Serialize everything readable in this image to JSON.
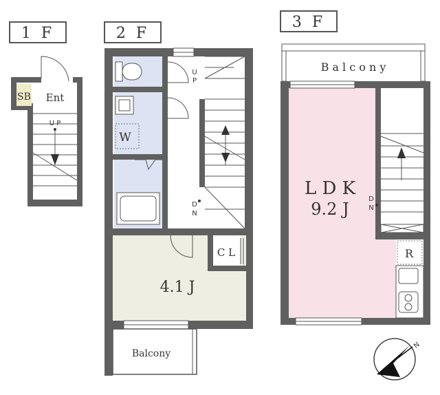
{
  "floors": {
    "f1": {
      "label": "1 F"
    },
    "f2": {
      "label": "2 F"
    },
    "f3": {
      "label": "3 F"
    }
  },
  "rooms": {
    "sb": "SB",
    "ent": "Ent",
    "washroom": "W",
    "room2": "4.1 J",
    "closet": "C L",
    "balcony2": "Balcony",
    "balcony3": "B a l c o n y",
    "ldk_name": "L D K",
    "ldk_size": "9.2 J",
    "refrigerator": "R"
  },
  "stairs": {
    "up": "U P",
    "up_u": "U",
    "up_p": "P",
    "dn_d": "D",
    "dn_n": "N"
  },
  "compass": {
    "north": "N"
  },
  "colors": {
    "wall": "#606060",
    "sb_fill": "#efecc8",
    "wet_fill": "#dde3f2",
    "room2_fill": "#efeee2",
    "ldk_fill": "#f8e1e7"
  }
}
